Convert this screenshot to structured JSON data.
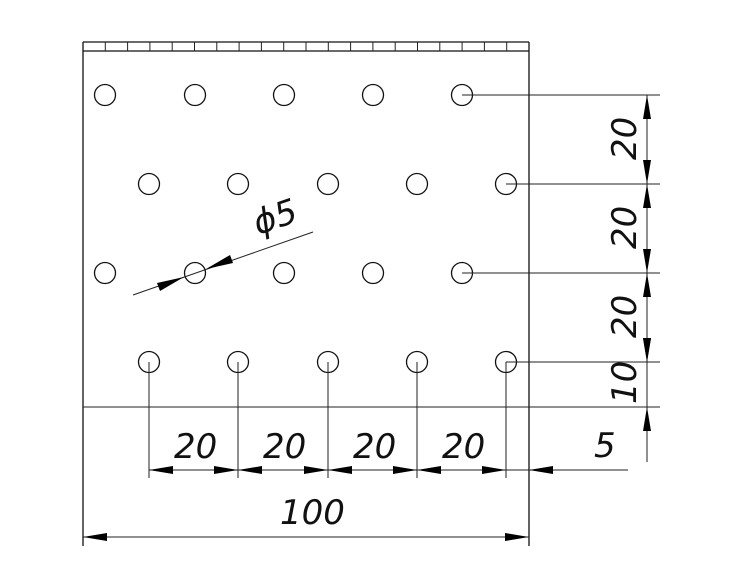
{
  "drawing": {
    "hole_diameter_label": "ϕ5",
    "horizontal_pitch_labels": [
      "20",
      "20",
      "20",
      "20"
    ],
    "edge_offset_label": "5",
    "overall_width_label": "100",
    "vertical_dims": [
      "20",
      "20",
      "20",
      "10"
    ],
    "hole_rows": 4,
    "holes_per_row": 5
  }
}
